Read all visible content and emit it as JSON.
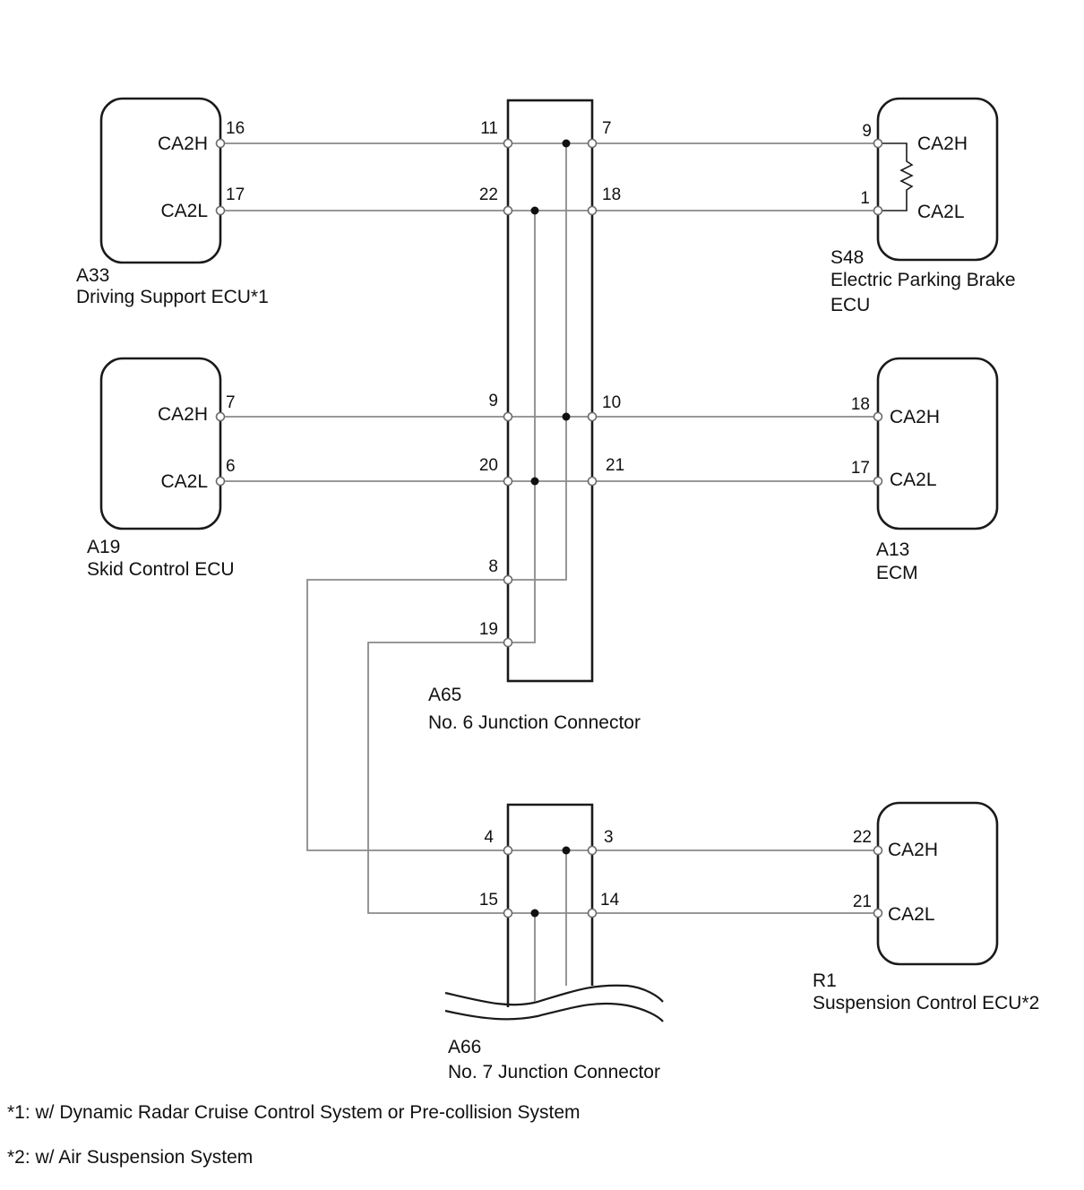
{
  "components": {
    "a33": {
      "code": "A33",
      "name": "Driving Support ECU*1",
      "h_label": "CA2H",
      "l_label": "CA2L",
      "h_pin": "16",
      "l_pin": "17"
    },
    "a19": {
      "code": "A19",
      "name": "Skid Control ECU",
      "h_label": "CA2H",
      "l_label": "CA2L",
      "h_pin": "7",
      "l_pin": "6"
    },
    "s48": {
      "code": "S48",
      "name_line1": "Electric Parking Brake",
      "name_line2": "ECU",
      "h_label": "CA2H",
      "l_label": "CA2L",
      "h_pin": "9",
      "l_pin": "1"
    },
    "a13": {
      "code": "A13",
      "name": "ECM",
      "h_label": "CA2H",
      "l_label": "CA2L",
      "h_pin": "18",
      "l_pin": "17"
    },
    "r1": {
      "code": "R1",
      "name": "Suspension Control ECU*2",
      "h_label": "CA2H",
      "l_label": "CA2L",
      "h_pin": "22",
      "l_pin": "21"
    }
  },
  "junctions": {
    "a65": {
      "code": "A65",
      "name": "No. 6 Junction Connector",
      "pins": {
        "p11": "11",
        "p7": "7",
        "p22": "22",
        "p18": "18",
        "p9": "9",
        "p10": "10",
        "p20": "20",
        "p21": "21",
        "p8": "8",
        "p19": "19"
      }
    },
    "a66": {
      "code": "A66",
      "name": "No. 7 Junction Connector",
      "pins": {
        "p4": "4",
        "p3": "3",
        "p15": "15",
        "p14": "14"
      }
    }
  },
  "footnotes": {
    "note1": "*1: w/ Dynamic Radar Cruise Control System or Pre-collision System",
    "note2": "*2: w/ Air Suspension System"
  },
  "colors": {
    "outline": "#1a1a1a",
    "wire": "#8a8a8a",
    "text": "#111111"
  }
}
